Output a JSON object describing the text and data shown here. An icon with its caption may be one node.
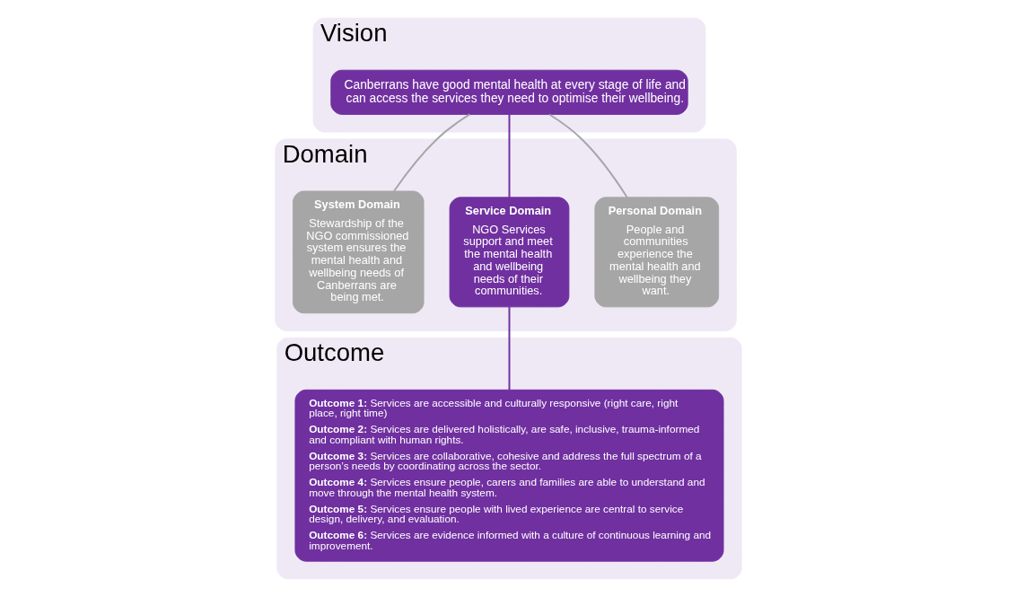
{
  "diagram": {
    "nodes": [
      {
        "text": [
          "Vision"
        ]
      },
      {
        "text": [
          "Canberrans have good mental health at every stage of life and can access the services they need to optimise their wellbeing."
        ],
        "in": 0
      },
      {
        "text": [
          "Domain"
        ]
      },
      {
        "text": [
          "Personal Domain",
          "People and communities experience the mental health and wellbeing they want."
        ],
        "in": 2
      },
      {
        "text": [
          "Service Domain",
          "NGO Services support and meet the mental health and wellbeing needs of their communities."
        ],
        "in": 2
      },
      {
        "text": [
          "System Domain",
          "Stewardship of the NGO commissioned system ensures the mental health and wellbeing needs of Canberrans are being met."
        ],
        "in": 2
      },
      {
        "text": [
          "Outcome"
        ]
      },
      {
        "text": [
          "**Outcome 1:** Services are accessible and culturally responsive (right care, right place, right time)",
          "**Outcome 2:** Services are delivered holistically, are safe, inclusive, trauma-informed and compliant with human rights.",
          "**Outcome 3:** Services are collaborative, cohesive and address the full spectrum of a person’s needs by coordinating across the sector.",
          "**Outcome 4:** Services ensure people, carers and families are able to understand and move through the mental health system.",
          "**Outcome 5:** Services ensure people with lived experience are central to service design, delivery, and evaluation.",
          "**Outcome 6:** Services are evidence informed with a culture of continuous learning and improvement."
        ],
        "in": 6
      }
    ],
    "edges": [
      {
        "from": 1,
        "to": 3,
        "arrow": "none",
        "color": "#a6a6a6"
      },
      {
        "from": 1,
        "to": 4,
        "arrow": "none",
        "color": "#7030a0"
      },
      {
        "from": 1,
        "to": 5,
        "arrow": "none",
        "color": "#a6a6a6"
      },
      {
        "from": 4,
        "to": 7,
        "arrow": "none",
        "color": "#7030a0"
      }
    ]
  }
}
